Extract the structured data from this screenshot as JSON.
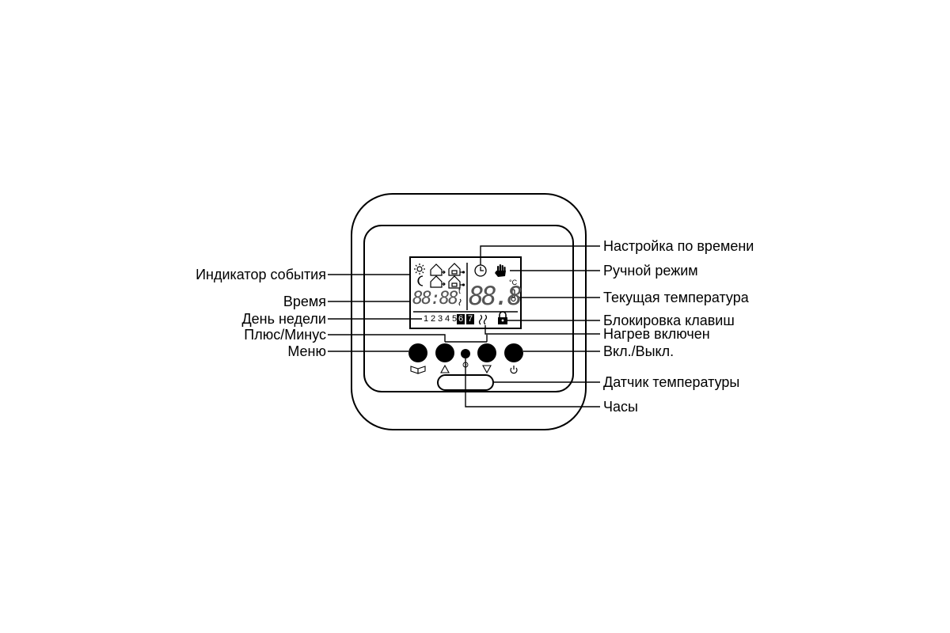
{
  "labels": {
    "event_indicator": "Индикатор события",
    "time": "Время",
    "weekday": "День недели",
    "plus_minus": "Плюс/Минус",
    "menu": "Меню",
    "time_setting": "Настройка по времени",
    "manual_mode": "Ручной режим",
    "current_temperature": "Текущая температура",
    "key_lock": "Блокировка клавиш",
    "heating_on": "Нагрев включен",
    "on_off": "Вкл./Выкл.",
    "temperature_sensor": "Датчик температуры",
    "clock": "Часы"
  },
  "lcd": {
    "time_digits": "88:88",
    "temp_digits": "88.8",
    "unit_c": "°C",
    "unit_t": "t",
    "days": [
      "1",
      "2",
      "3",
      "4",
      "5",
      "6",
      "7"
    ],
    "days_highlighted": [
      "6",
      "7"
    ]
  },
  "icons": {
    "sun": "sun-icon",
    "moon": "moon-icon",
    "house_out": "house-away-icon",
    "house_in": "house-home-icon",
    "clock": "clock-icon",
    "hand": "hand-icon",
    "thermometer": "thermometer-icon",
    "heat": "heat-waves-icon",
    "lock": "lock-icon",
    "book": "book-icon",
    "up": "triangle-up-icon",
    "down": "triangle-down-icon",
    "power": "power-icon"
  },
  "colors": {
    "line": "#000000",
    "background": "#ffffff",
    "lcd_segment": "#555555"
  }
}
